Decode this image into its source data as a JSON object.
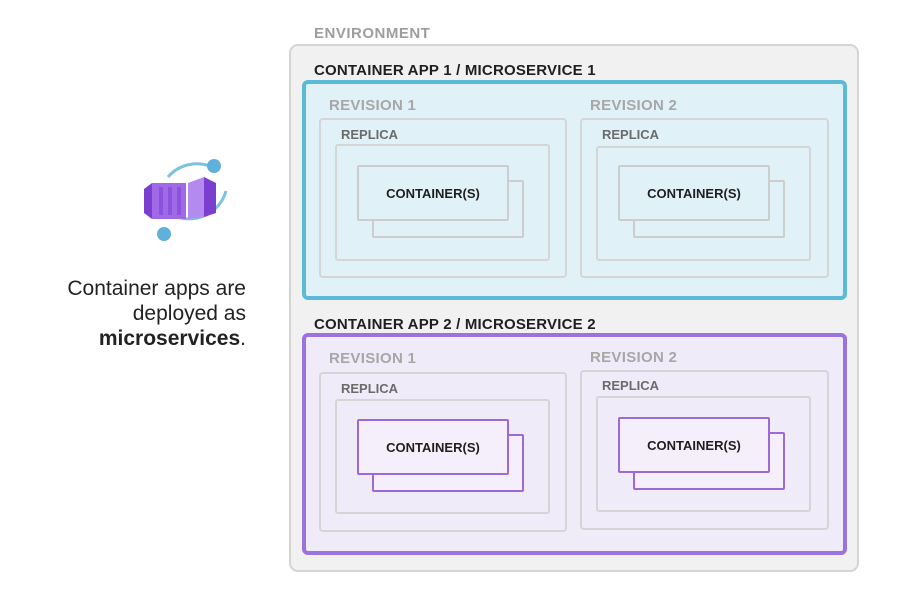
{
  "description": {
    "line1": "Container apps are",
    "line2": "deployed as",
    "bold": "microservices",
    "period": "."
  },
  "environment": {
    "label": "ENVIRONMENT"
  },
  "apps": [
    {
      "label": "CONTAINER APP 1 / MICROSERVICE 1",
      "revisions": [
        {
          "label": "REVISION 1",
          "replica": "REPLICA",
          "container": "CONTAINER(S)"
        },
        {
          "label": "REVISION 2",
          "replica": "REPLICA",
          "container": "CONTAINER(S)"
        }
      ]
    },
    {
      "label": "CONTAINER APP 2 / MICROSERVICE 2",
      "revisions": [
        {
          "label": "REVISION 1",
          "replica": "REPLICA",
          "container": "CONTAINER(S)"
        },
        {
          "label": "REVISION 2",
          "replica": "REPLICA",
          "container": "CONTAINER(S)"
        }
      ]
    }
  ],
  "colors": {
    "app1_border": "#5bbad6",
    "app1_fill": "#e1f1f8",
    "app2_border": "#9b73de",
    "app2_fill": "#f0ebf9",
    "environment_fill": "#f1f1f1"
  },
  "icons": {
    "logo": "container-apps-icon"
  }
}
